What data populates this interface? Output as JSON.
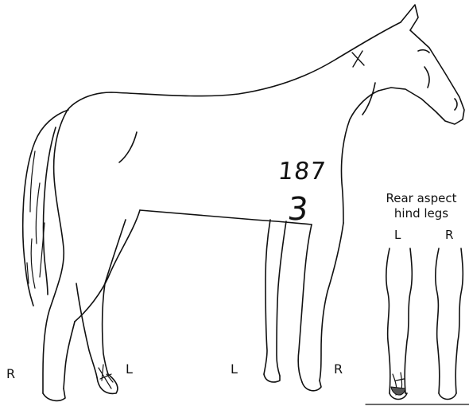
{
  "figure": {
    "handwritten_number": "187",
    "handwritten_digit": "3",
    "handwritten_mark": "x"
  },
  "side_labels": {
    "hind_right_outer": "R",
    "hind_left": "L",
    "fore_left": "L",
    "fore_right": "R"
  },
  "rear_aspect": {
    "title_line1": "Rear aspect",
    "title_line2": "hind legs",
    "left_label": "L",
    "right_label": "R"
  },
  "colors": {
    "ink": "#111111",
    "background": "#ffffff"
  }
}
